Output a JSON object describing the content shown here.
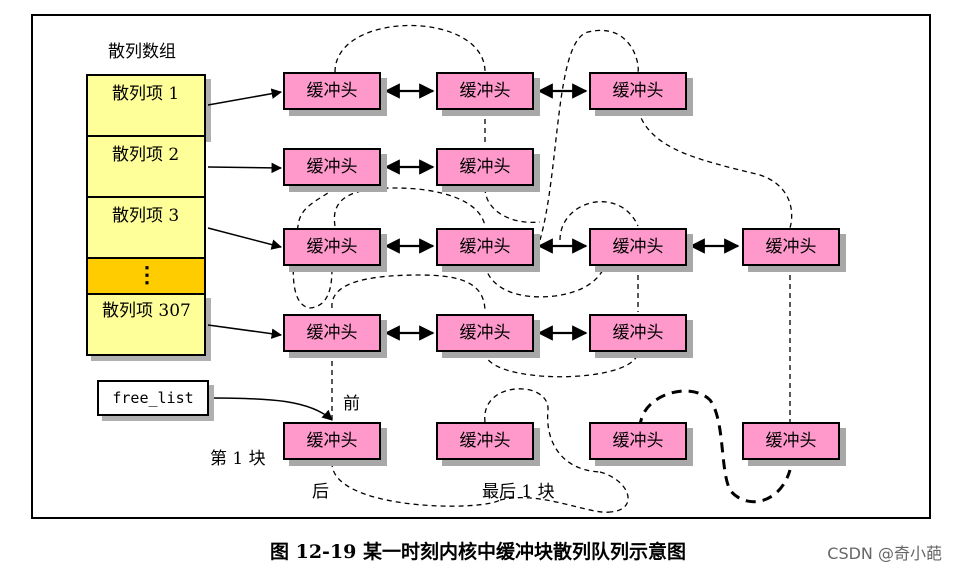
{
  "hash_table": {
    "title": "散列数组",
    "items": [
      "散列项 1",
      "散列项 2",
      "散列项 3",
      "⋮",
      "散列项 307"
    ]
  },
  "buffer_label": "缓冲头",
  "free_list": {
    "label": "free_list",
    "prev_label": "前",
    "next_label": "后",
    "first_block": "第 1 块",
    "last_block": "最后 1 块"
  },
  "colors": {
    "hash_cell": "#ffff99",
    "ellipsis_cell": "#ffcc00",
    "buffer_fill": "#ff99cc",
    "shadow": "#a8a8a8"
  },
  "caption": "图 12-19 某一时刻内核中缓冲块散列队列示意图",
  "watermark": "CSDN @奇小葩"
}
